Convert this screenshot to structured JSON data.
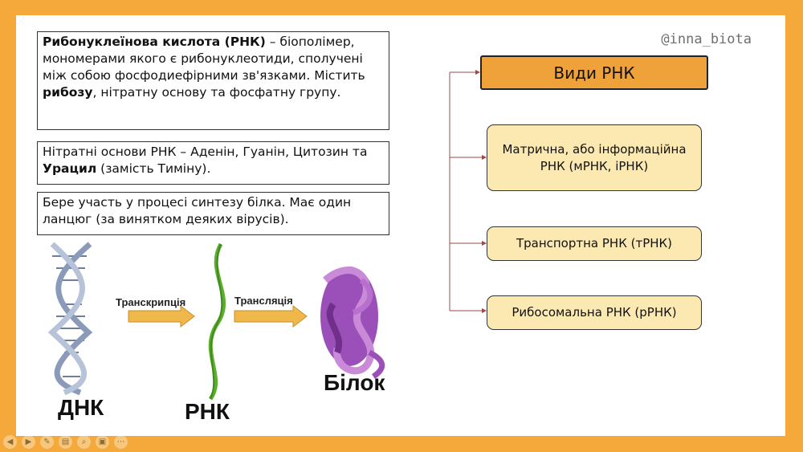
{
  "handle": "@inna_biota",
  "definition": {
    "term": "Рибонуклеїнова кислота (РНК)",
    "text1": " – біополімер, мономерами якого є рибонуклеотиди, сполучені між собою фосфодиефірними зв'язками. Містить ",
    "bold2": "рибозу",
    "text2": ", нітратну основу та фосфатну групу."
  },
  "bases": {
    "text1": "Нітратні основи РНК – Аденін, Гуанін, Цитозин та ",
    "bold": "Урацил",
    "text2": "  (замість Тиміну)."
  },
  "function": {
    "text": "Бере участь у процесі синтезу білка. Має один ланцюг (за винятком деяких вірусів)."
  },
  "figure": {
    "dna_label": "ДНК",
    "rna_label": "РНК",
    "protein_label": "Білок",
    "transcription": "Транскрипція",
    "translation": "Трансляція"
  },
  "types": {
    "title": "Види РНК",
    "items": [
      "Матрична, або інформаційна  РНК (мРНК, іРНК)",
      "Транспортна РНК (тРНК)",
      "Рибосомальна РНК (рРНК)"
    ]
  },
  "colors": {
    "background": "#f4a93a",
    "title_box": "#f0a23a",
    "type_box": "#fce9b1",
    "connector": "#9b4a4a",
    "dna_helix": "#8a9ab8",
    "rna_strand": "#5cae2c",
    "protein": "#9b4fb8",
    "arrow": "#f0b84a"
  },
  "toolbar": {
    "icons": [
      "prev-icon",
      "next-icon",
      "pen-icon",
      "pages-icon",
      "zoom-icon",
      "video-icon",
      "more-icon"
    ]
  }
}
